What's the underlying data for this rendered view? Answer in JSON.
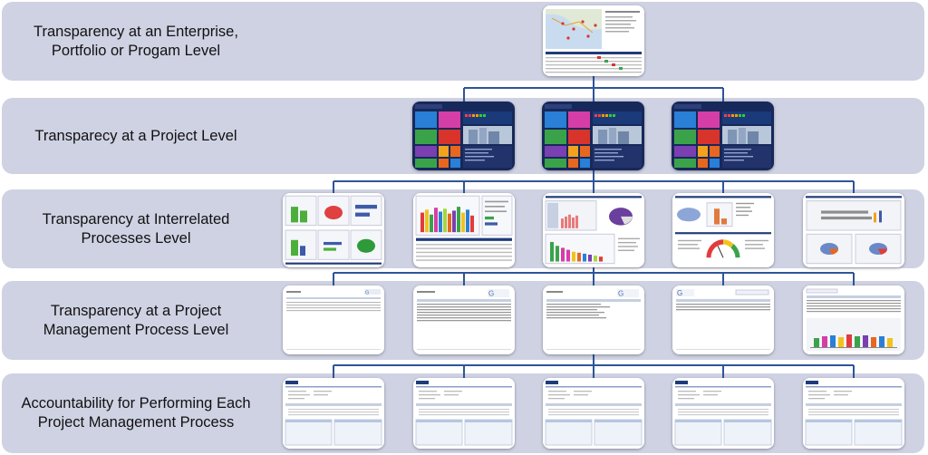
{
  "levels": [
    {
      "label": "Transparency at an Enterprise,\nPortfolio or Progam Level",
      "thumbnails": [
        {
          "kind": "map-dashboard"
        }
      ]
    },
    {
      "label": "Transparecy at a Project Level",
      "thumbnails": [
        {
          "kind": "project-dashboard"
        },
        {
          "kind": "project-dashboard"
        },
        {
          "kind": "project-dashboard"
        }
      ]
    },
    {
      "label": "Transparency at Interrelated\nProcesses Level",
      "thumbnails": [
        {
          "kind": "chart-grid"
        },
        {
          "kind": "bar-chart-report"
        },
        {
          "kind": "mixed-charts"
        },
        {
          "kind": "gauge-report"
        },
        {
          "kind": "hbar-pies"
        }
      ]
    },
    {
      "label": "Transparency at a Project\nManagement Process Level",
      "thumbnails": [
        {
          "kind": "table-report"
        },
        {
          "kind": "table-report"
        },
        {
          "kind": "table-report"
        },
        {
          "kind": "table-report"
        },
        {
          "kind": "table-3d-bars"
        }
      ]
    },
    {
      "label": "Accountability for Performing Each\nProject Management Process",
      "thumbnails": [
        {
          "kind": "form-app"
        },
        {
          "kind": "form-app"
        },
        {
          "kind": "form-app"
        },
        {
          "kind": "form-app"
        },
        {
          "kind": "form-app"
        }
      ]
    }
  ],
  "colors": {
    "band": "#cfd2e3",
    "connector": "#2e5597",
    "dashboard_navy": "#17285a"
  }
}
